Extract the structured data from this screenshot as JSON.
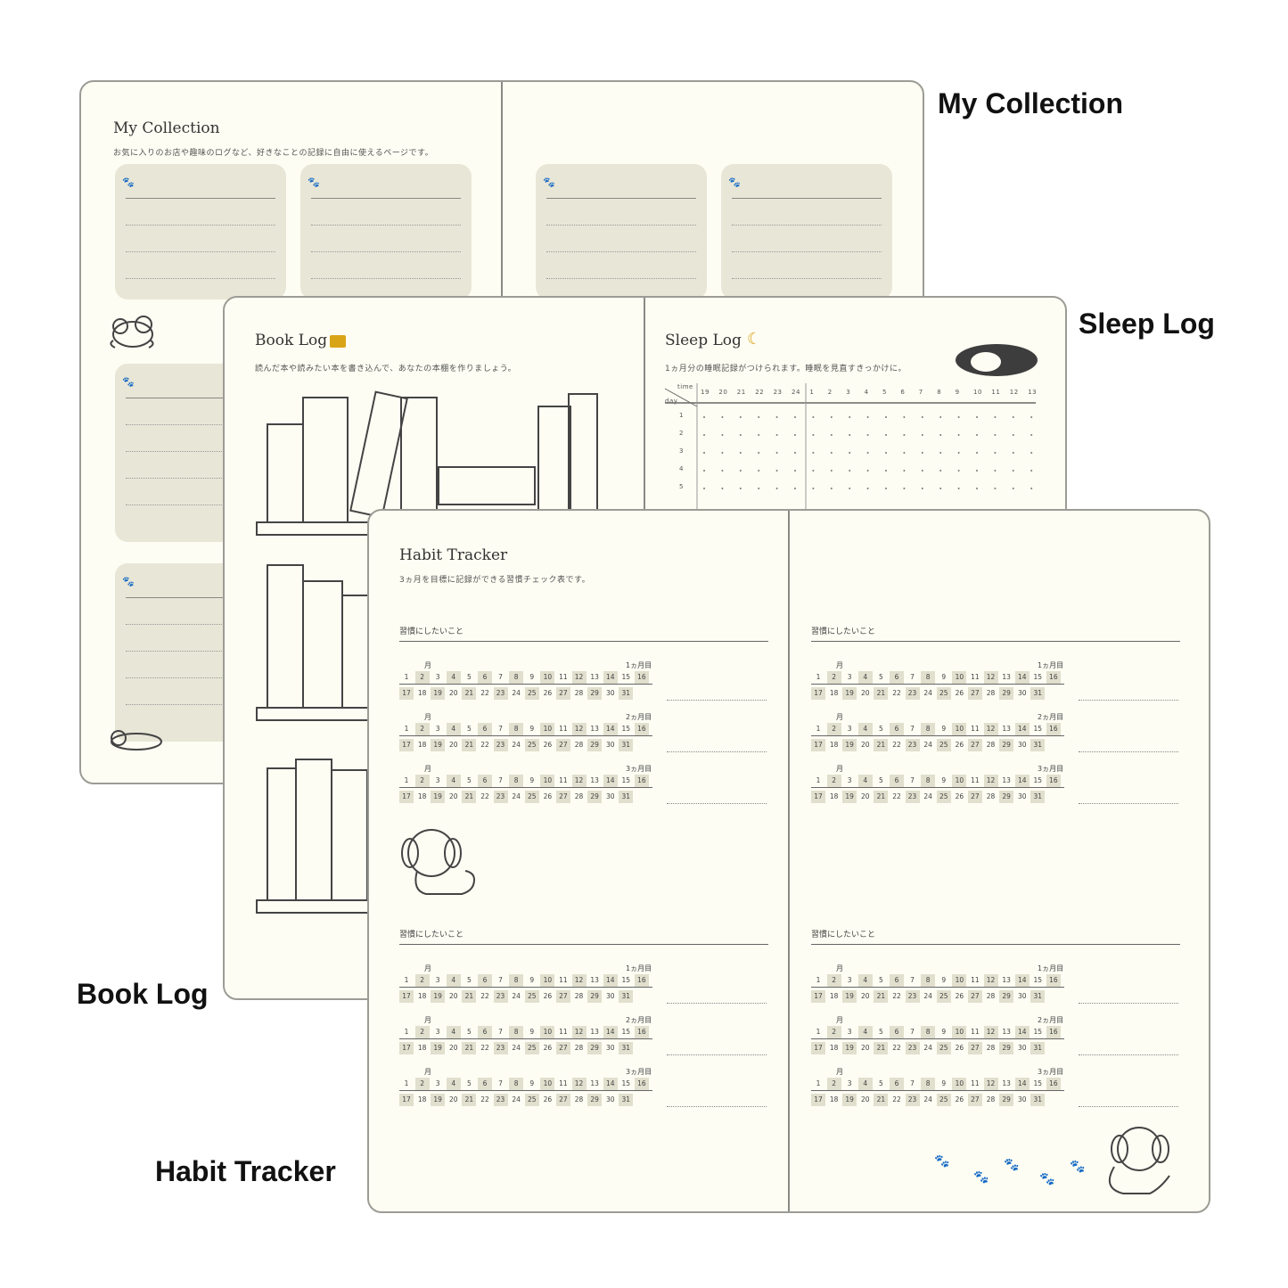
{
  "labels": {
    "my_collection": "My Collection",
    "sleep_log": "Sleep Log",
    "book_log": "Book Log",
    "habit_tracker": "Habit Tracker"
  },
  "collection_page": {
    "title": "My Collection",
    "subtitle": "お気に入りのお店や趣味のログなど、好きなことの記録に自由に使えるページです。",
    "card_icon": "paw-icon"
  },
  "book_page": {
    "title": "Book Log",
    "subtitle": "読んだ本や読みたい本を書き込んで、あなたの本棚を作りましょう。",
    "icon": "open-book-icon"
  },
  "sleep_page": {
    "title": "Sleep Log",
    "subtitle": "1ヵ月分の睡眠記録がつけられます。睡眠を見直すきっかけに。",
    "time_label": "time",
    "day_label": "day",
    "hours": [
      "19",
      "20",
      "21",
      "22",
      "23",
      "24",
      "1",
      "2",
      "3",
      "4",
      "5",
      "6",
      "7",
      "8",
      "9",
      "10",
      "11",
      "12",
      "13"
    ],
    "days": [
      "1",
      "2",
      "3",
      "4",
      "5"
    ],
    "icon": "moon-icon"
  },
  "habit_page": {
    "title": "Habit Tracker",
    "subtitle": "3ヵ月を目標に記録ができる習慣チェック表です。",
    "section_label": "習慣にしたいこと",
    "month_label": "月",
    "month_targets": [
      "1ヵ月目",
      "2ヵ月目",
      "3ヵ月目"
    ],
    "row1": [
      "1",
      "2",
      "3",
      "4",
      "5",
      "6",
      "7",
      "8",
      "9",
      "10",
      "11",
      "12",
      "13",
      "14",
      "15",
      "16"
    ],
    "row2": [
      "17",
      "18",
      "19",
      "20",
      "21",
      "22",
      "23",
      "24",
      "25",
      "26",
      "27",
      "28",
      "29",
      "30",
      "31"
    ]
  },
  "colors": {
    "paper": "#fdfdf3",
    "card": "#e8e6d6",
    "cell": "#e1dfcd",
    "accent": "#d9a518"
  }
}
